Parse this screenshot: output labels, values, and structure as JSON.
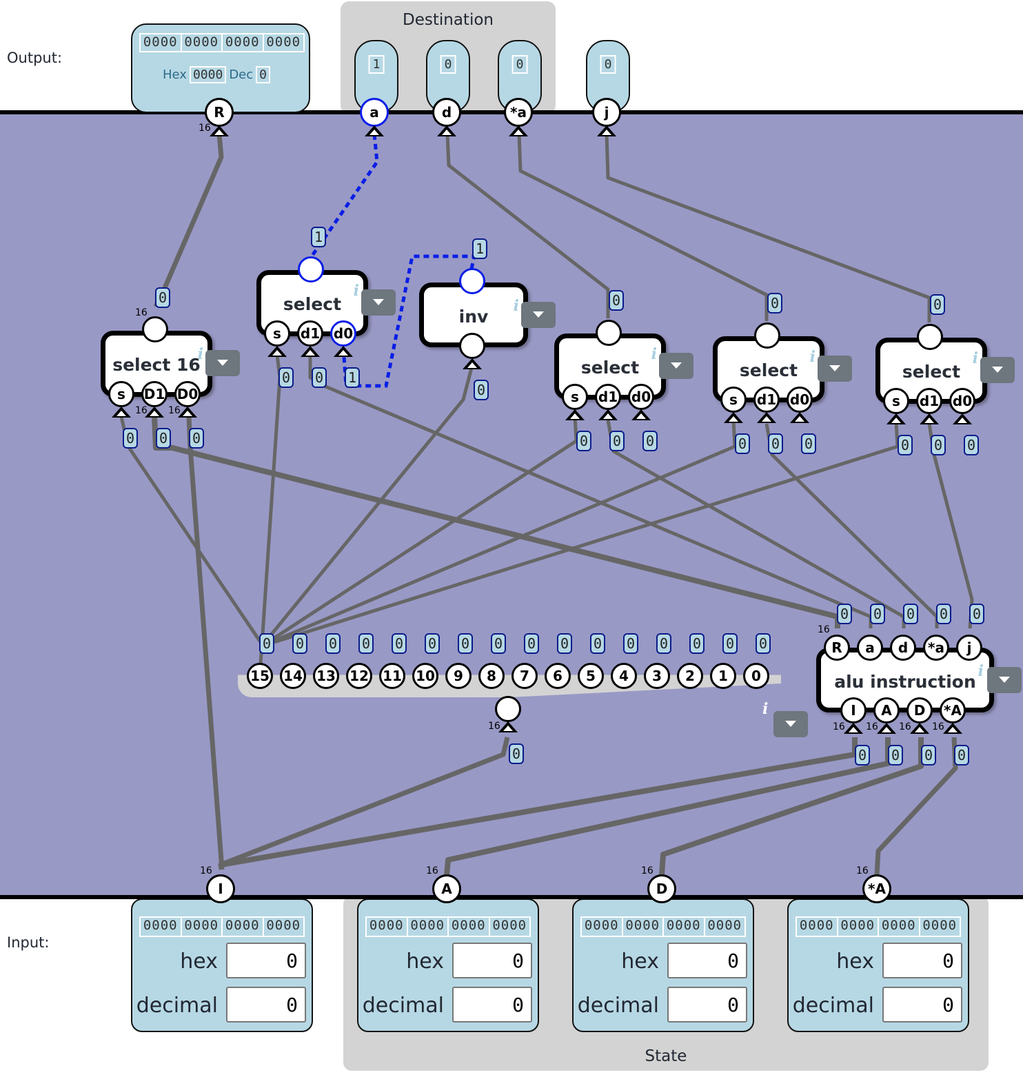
{
  "labels": {
    "output": "Output:",
    "input": "Input:"
  },
  "colors": {
    "canvas": "#9999c6",
    "panel": "#b6d8e4",
    "wire": "#666666",
    "selected_wire": "#0a1ee6",
    "group": "#d3d3d3"
  },
  "output_R": {
    "port": "R",
    "bits": [
      "0000",
      "0000",
      "0000",
      "0000"
    ],
    "hex_label": "Hex",
    "hex_value": "0000",
    "dec_label": "Dec",
    "dec_value": "0"
  },
  "destination": {
    "title": "Destination",
    "outputs": [
      {
        "port": "a",
        "value": "1"
      },
      {
        "port": "d",
        "value": "0"
      },
      {
        "port": "*a",
        "value": "0"
      }
    ]
  },
  "output_j": {
    "port": "j",
    "value": "0"
  },
  "components": {
    "select16": {
      "title": "select 16",
      "inputs": [
        "s",
        "D1",
        "D0"
      ],
      "input_values": [
        "0",
        "0",
        "0"
      ],
      "output_value": "0",
      "width": "16"
    },
    "select_a": {
      "title": "select",
      "inputs": [
        "s",
        "d1",
        "d0"
      ],
      "input_values": [
        "0",
        "0",
        "1"
      ],
      "output_value": "1"
    },
    "inv": {
      "title": "inv",
      "input_value": "0",
      "output_value": "1"
    },
    "select_d": {
      "title": "select",
      "inputs": [
        "s",
        "d1",
        "d0"
      ],
      "input_values": [
        "0",
        "0",
        "0"
      ],
      "output_value": "0"
    },
    "select_sa": {
      "title": "select",
      "inputs": [
        "s",
        "d1",
        "d0"
      ],
      "input_values": [
        "0",
        "0",
        "0"
      ],
      "output_value": "0"
    },
    "select_j": {
      "title": "select",
      "inputs": [
        "s",
        "d1",
        "d0"
      ],
      "input_values": [
        "0",
        "0",
        "0"
      ],
      "output_value": "0"
    },
    "splitter": {
      "bits": [
        "15",
        "14",
        "13",
        "12",
        "11",
        "10",
        "9",
        "8",
        "7",
        "6",
        "5",
        "4",
        "3",
        "2",
        "1",
        "0"
      ],
      "bit_values": [
        "0",
        "0",
        "0",
        "0",
        "0",
        "0",
        "0",
        "0",
        "0",
        "0",
        "0",
        "0",
        "0",
        "0",
        "0",
        "0"
      ],
      "input_value": "0",
      "width": "16"
    },
    "alu_instruction": {
      "title": "alu instruction",
      "outputs": [
        "R",
        "a",
        "d",
        "*a",
        "j"
      ],
      "output_values": [
        "0",
        "0",
        "0",
        "0",
        "0"
      ],
      "inputs": [
        "I",
        "A",
        "D",
        "*A"
      ],
      "input_values": [
        "0",
        "0",
        "0",
        "0"
      ],
      "width": "16"
    }
  },
  "info_glyph": "i",
  "bus_width": "16",
  "inputs": {
    "hex_label": "hex",
    "decimal_label": "decimal",
    "items": [
      {
        "port": "I",
        "bits": [
          "0000",
          "0000",
          "0000",
          "0000"
        ],
        "hex": "0",
        "decimal": "0"
      },
      {
        "port": "A",
        "bits": [
          "0000",
          "0000",
          "0000",
          "0000"
        ],
        "hex": "0",
        "decimal": "0"
      },
      {
        "port": "D",
        "bits": [
          "0000",
          "0000",
          "0000",
          "0000"
        ],
        "hex": "0",
        "decimal": "0"
      },
      {
        "port": "*A",
        "bits": [
          "0000",
          "0000",
          "0000",
          "0000"
        ],
        "hex": "0",
        "decimal": "0"
      }
    ]
  },
  "state_group": {
    "title": "State"
  }
}
